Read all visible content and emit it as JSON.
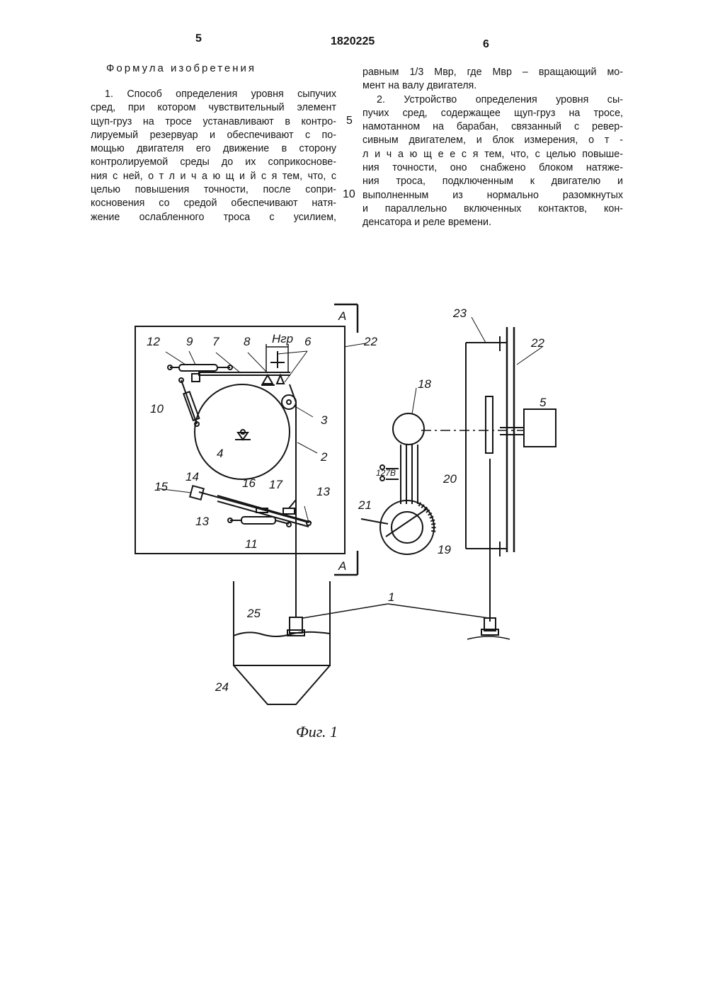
{
  "header": {
    "page_left": "5",
    "patent_number": "1820225",
    "page_right": "6"
  },
  "left_column": {
    "title": "Формула изобретения",
    "lines": [
      "1. Способ определения уровня сыпучих",
      "сред, при котором чувствительный элемент",
      "щуп-груз на тросе устанавливают в контро-",
      "лируемый резервуар и обеспечивают с по-",
      "мощью двигателя его движение в сторону",
      "контролируемой среды до их соприкоснове-",
      "ния с ней, о т л и ч а ю щ и й с я тем, что, с",
      "целью повышения точности, после сопри-",
      "косновения со средой обеспечивают натя-",
      "жение ослабленного троса с усилием,"
    ]
  },
  "line_numbers": [
    "5",
    "10"
  ],
  "right_column": {
    "lines": [
      "равным 1/3 Мвр, где Мвр – вращающий мо-",
      "мент на валу двигателя.",
      "2. Устройство определения уровня сы-",
      "пучих сред, содержащее щуп-груз на тросе,",
      "намотанном на барабан, связанный с ревер-",
      "сивным двигателем, и блок измерения, о т -",
      "л и ч а ю щ е е с я тем, что, с целью повыше-",
      "ния точности, оно снабжено блоком натяже-",
      "ния троса, подключенным к двигателю и",
      "выполненным из нормально разомкнутых",
      "и параллельно включенных контактов, кон-",
      "денсатора и реле времени."
    ]
  },
  "figure": {
    "section_label": "A",
    "dimension_label": "Hгр",
    "voltage_label": "127В",
    "labels": [
      "1",
      "2",
      "3",
      "4",
      "5",
      "6",
      "7",
      "8",
      "9",
      "10",
      "11",
      "12",
      "13",
      "14",
      "15",
      "16",
      "17",
      "18",
      "19",
      "20",
      "21",
      "22",
      "23",
      "24",
      "25"
    ],
    "caption": "Фиг. 1"
  }
}
